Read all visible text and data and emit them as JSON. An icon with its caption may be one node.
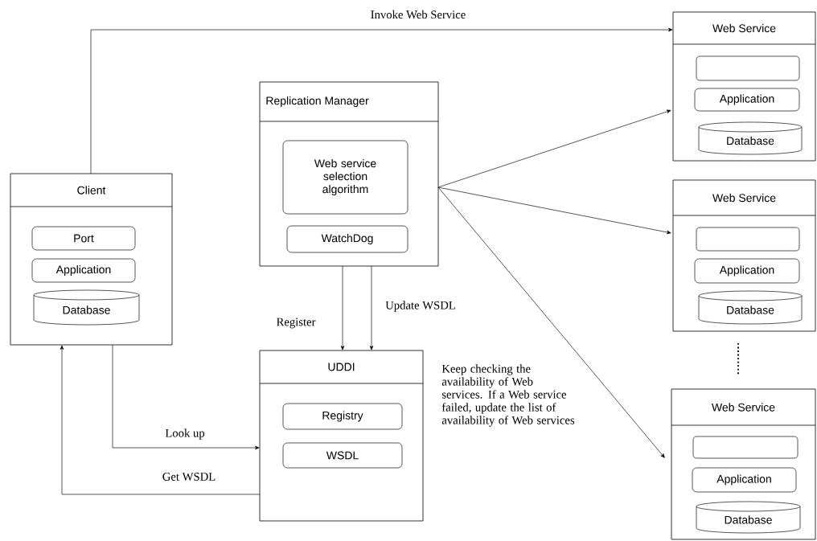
{
  "diagram": {
    "nodes": [
      {
        "text": [
          "Client"
        ]
      },
      {
        "text": [
          "Port"
        ],
        "in": 0
      },
      {
        "text": [
          "Application"
        ],
        "in": 0
      },
      {
        "text": [
          "Database"
        ],
        "in": 0
      },
      {
        "text": [
          "Replication Manager"
        ]
      },
      {
        "text": [
          "Web service selection algorithm"
        ],
        "in": 4
      },
      {
        "text": [
          "WatchDog"
        ],
        "in": 4
      },
      {
        "text": [
          "UDDI"
        ]
      },
      {
        "text": [
          "Registry"
        ],
        "in": 7
      },
      {
        "text": [
          "WSDL"
        ],
        "in": 7
      },
      {
        "text": [
          "Web Service"
        ]
      },
      {
        "text": [],
        "shape": "box",
        "in": 10
      },
      {
        "text": [
          "Application"
        ],
        "in": 10
      },
      {
        "text": [
          "Database"
        ],
        "in": 10
      },
      {
        "text": [
          "Web Service"
        ]
      },
      {
        "text": [],
        "shape": "box",
        "in": 14
      },
      {
        "text": [
          "Application"
        ],
        "in": 14
      },
      {
        "text": [
          "Database"
        ],
        "in": 14
      },
      {
        "text": [
          "Web Service"
        ]
      },
      {
        "text": [],
        "shape": "box",
        "in": 18
      },
      {
        "text": [
          "Application"
        ],
        "in": 18
      },
      {
        "text": [
          "Database"
        ],
        "in": 18
      }
    ],
    "edges": [
      {
        "from": 0,
        "to": 10,
        "arrow": "to",
        "label": "Invoke Web Service"
      },
      {
        "from": 4,
        "to": 7,
        "arrow": "to",
        "label": "Register"
      },
      {
        "from": 4,
        "to": 7,
        "arrow": "to",
        "label": "Update WSDL"
      },
      {
        "from": 0,
        "to": 7,
        "arrow": "to",
        "label": "Look up"
      },
      {
        "from": 7,
        "to": 0,
        "arrow": "to",
        "label": "Get WSDL"
      },
      {
        "from": 4,
        "to": 10,
        "arrow": "to"
      },
      {
        "from": 4,
        "to": 14,
        "arrow": "to"
      },
      {
        "from": 4,
        "to": 18,
        "arrow": "to"
      }
    ],
    "labels": [
      "Keep checking the availability of Web services. If a Web service failed, update the list of availability of Web services"
    ]
  }
}
